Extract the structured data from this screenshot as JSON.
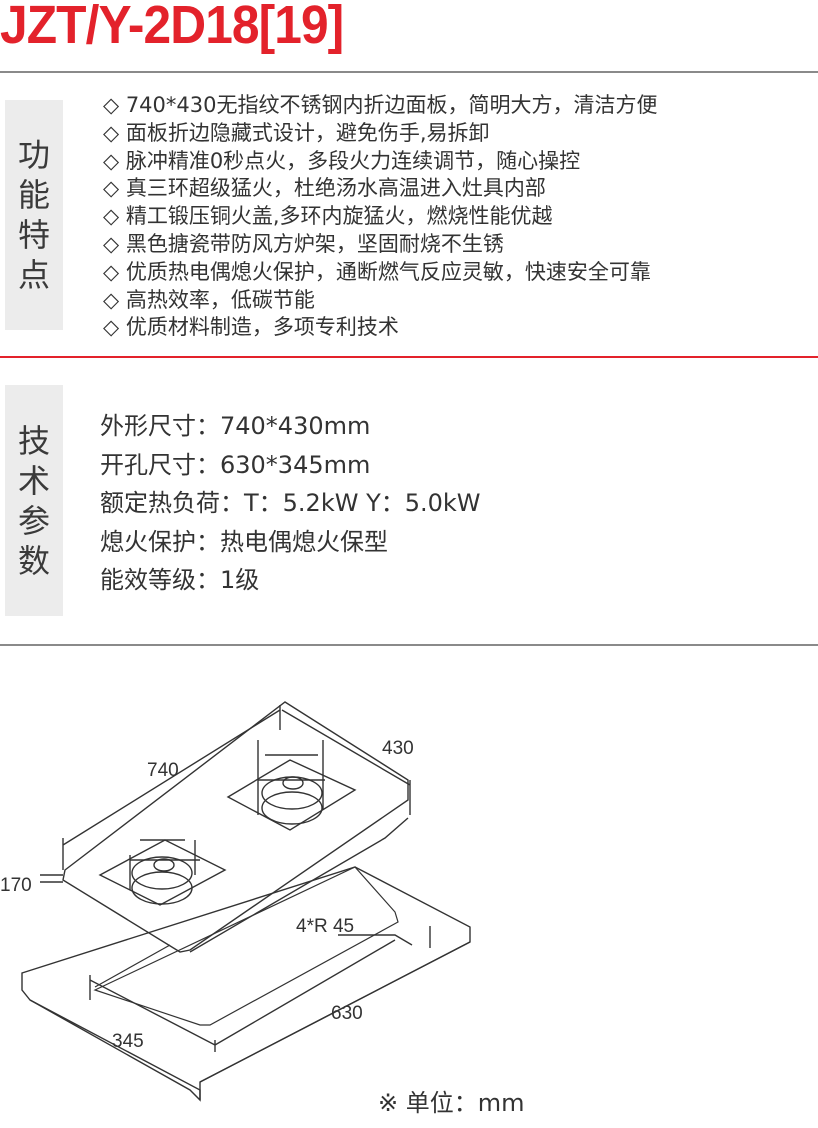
{
  "title": "JZT/Y-2D18[19]",
  "features": {
    "heading": [
      "功",
      "能",
      "特",
      "点"
    ],
    "items": [
      "◇ 740*430无指纹不锈钢内折边面板，简明大方，清洁方便",
      "◇ 面板折边隐藏式设计，避免伤手,易拆卸",
      "◇ 脉冲精准0秒点火，多段火力连续调节，随心操控",
      "◇ 真三环超级猛火，杜绝汤水高温进入灶具内部",
      "◇ 精工锻压铜火盖,多环内旋猛火，燃烧性能优越",
      "◇ 黑色搪瓷带防风方炉架，坚固耐烧不生锈",
      "◇ 优质热电偶熄火保护，通断燃气反应灵敏，快速安全可靠",
      "◇ 高热效率，低碳节能",
      "◇ 优质材料制造，多项专利技术"
    ]
  },
  "specs": {
    "heading": [
      "技",
      "术",
      "参",
      "数"
    ],
    "items": [
      "外形尺寸：740*430mm",
      "开孔尺寸：630*345mm",
      "额定热负荷：T：5.2kW   Y：5.0kW",
      "熄火保护：热电偶熄火保型",
      "能效等级：1级"
    ]
  },
  "diagram": {
    "width": "740",
    "depth": "430",
    "height": "170",
    "radius": "4*R 45",
    "cut_width": "630",
    "cut_depth": "345",
    "unit": "※ 单位：mm"
  },
  "colors": {
    "accent": "#e3222b",
    "rule": "#888888"
  }
}
